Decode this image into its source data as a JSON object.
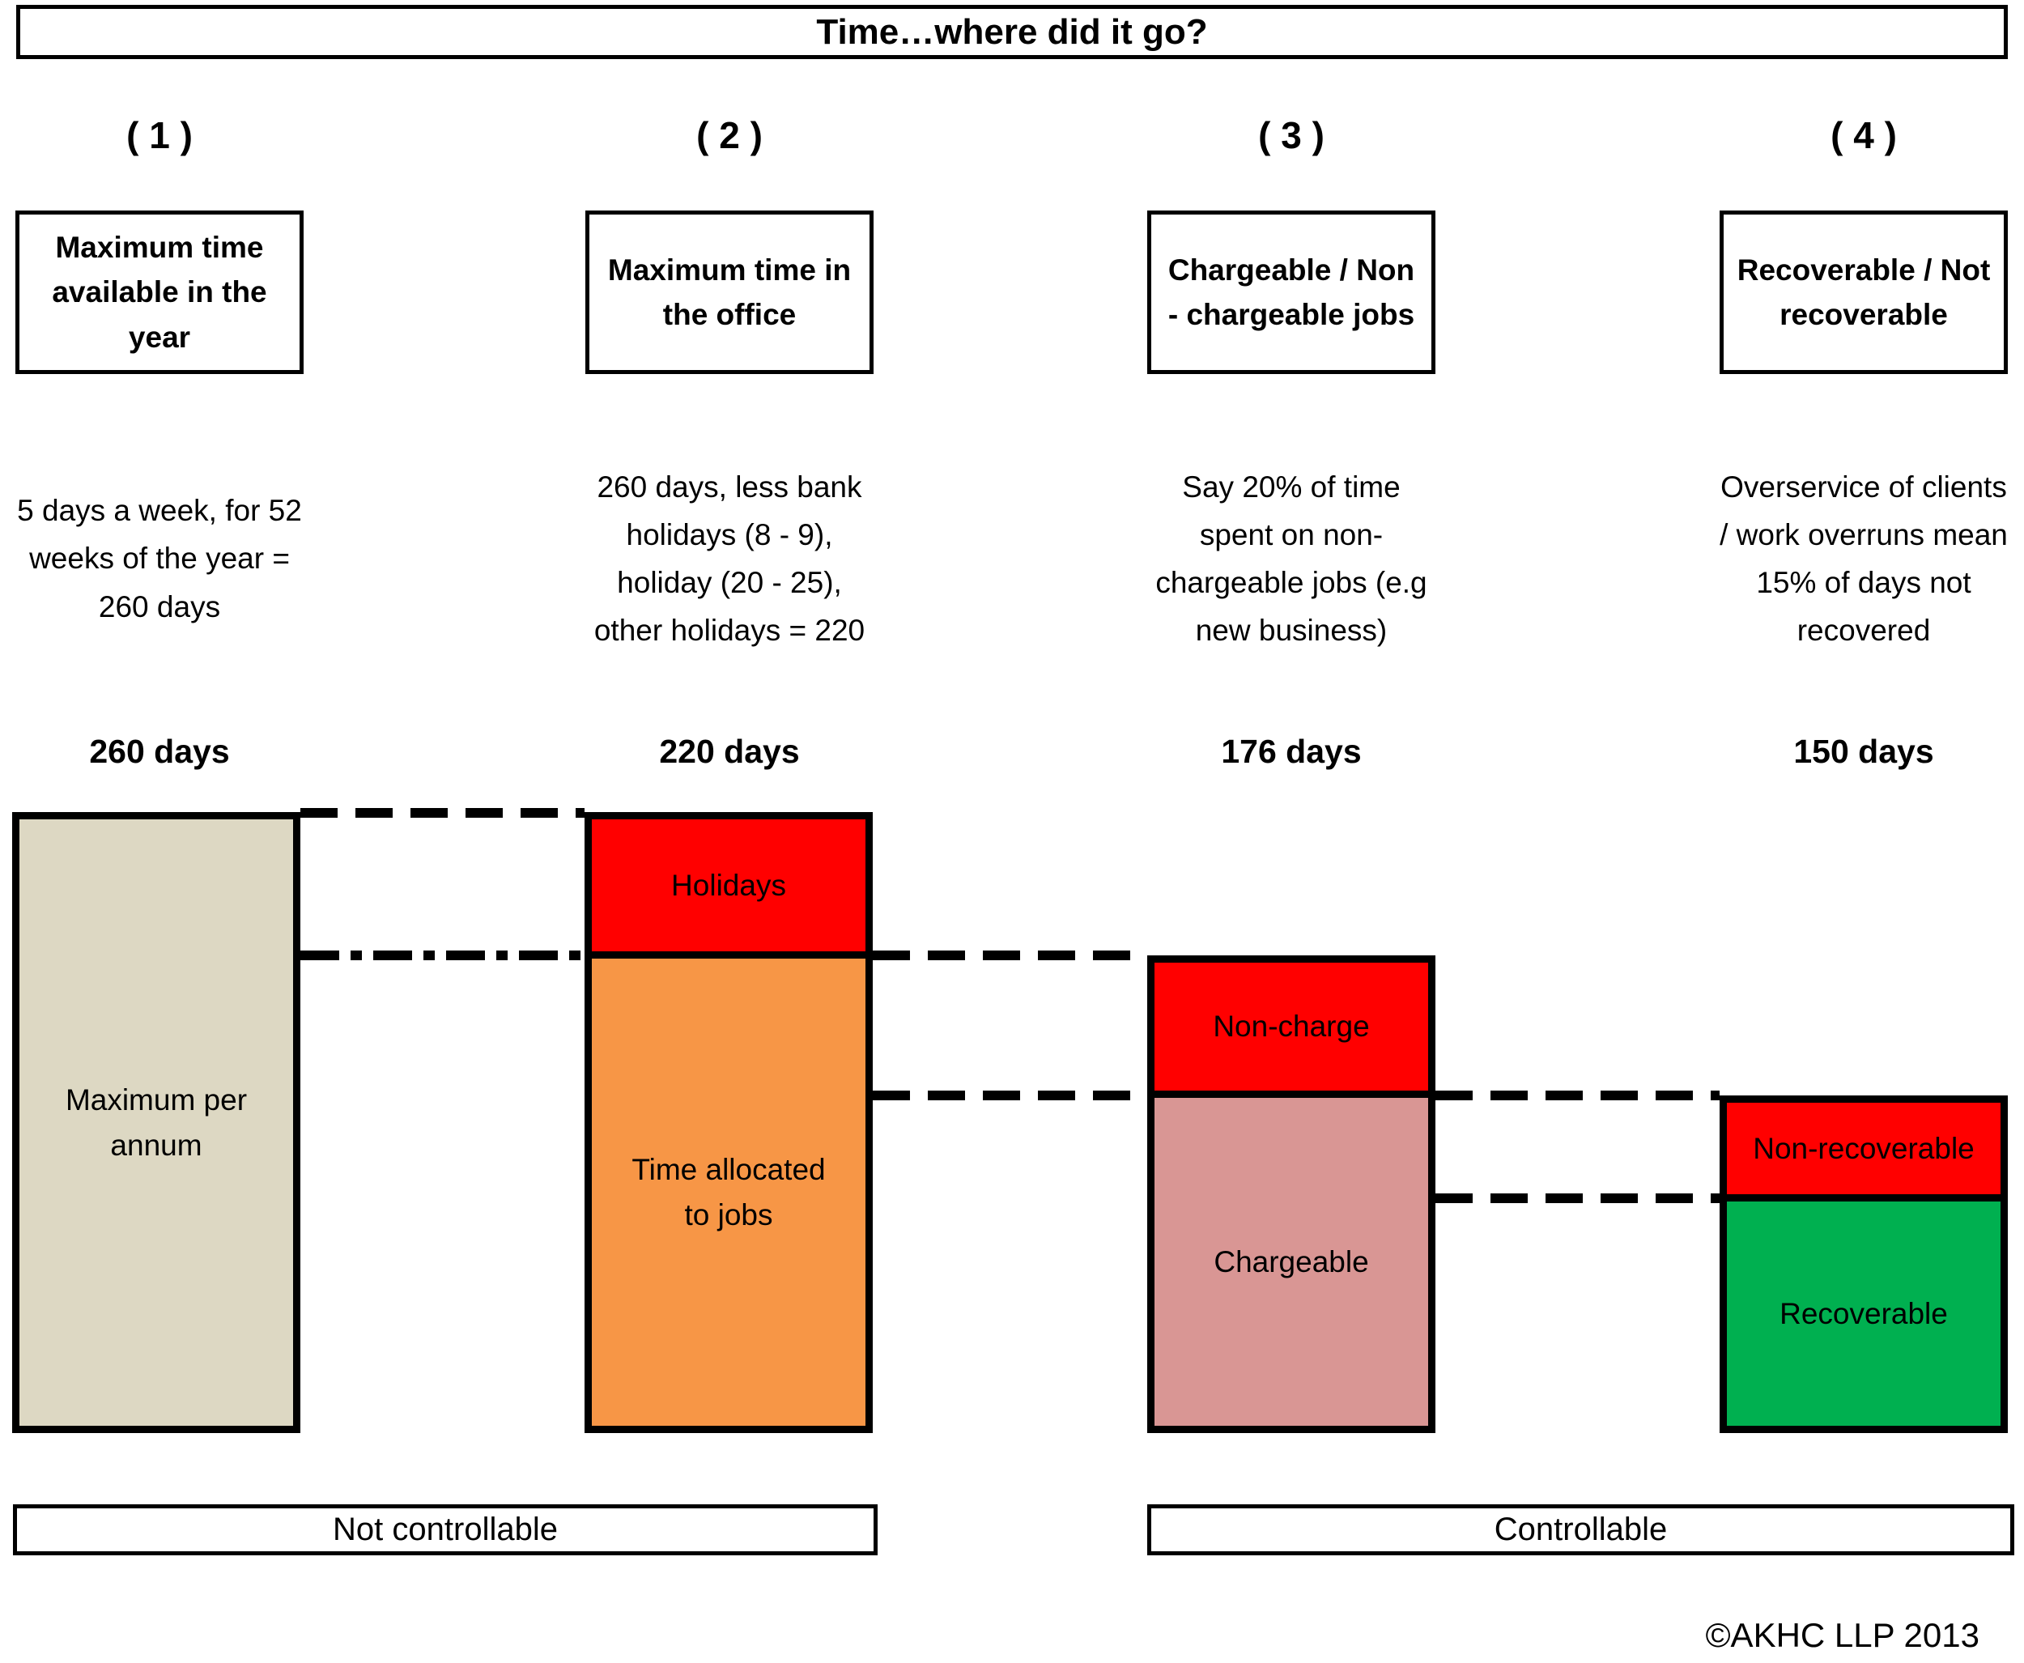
{
  "title": "Time…where did it go?",
  "columns": [
    {
      "number": "( 1 )",
      "header": "Maximum time available in the year",
      "description": "5 days a week, for 52 weeks of the year = 260 days",
      "days": "260 days",
      "segments": [
        {
          "label": "Maximum per annum",
          "color": "#DDD8C3"
        }
      ]
    },
    {
      "number": "( 2 )",
      "header": "Maximum time in the office",
      "description": "260 days, less bank holidays (8 - 9), holiday (20 - 25), other holidays = 220",
      "days": "220 days",
      "segments": [
        {
          "label": "Holidays",
          "color": "#FF0000"
        },
        {
          "label": "Time allocated to jobs",
          "color": "#F79646"
        }
      ]
    },
    {
      "number": "( 3 )",
      "header": "Chargeable / Non - chargeable jobs",
      "description": "Say 20% of time spent on non-chargeable jobs (e.g new business)",
      "days": "176 days",
      "segments": [
        {
          "label": "Non-charge",
          "color": "#FF0000"
        },
        {
          "label": "Chargeable",
          "color": "#D99694"
        }
      ]
    },
    {
      "number": "( 4 )",
      "header": "Recoverable / Not recoverable",
      "description": "Overservice of clients / work overruns mean 15% of days not recovered",
      "days": "150 days",
      "segments": [
        {
          "label": "Non-recoverable",
          "color": "#FF0000"
        },
        {
          "label": "Recoverable",
          "color": "#00B050"
        }
      ]
    }
  ],
  "footer": {
    "left_label": "Not controllable",
    "right_label": "Controllable",
    "copyright": "©AKHC LLP 2013"
  },
  "colors": {
    "tan": "#DDD8C3",
    "red": "#FF0000",
    "orange": "#F79646",
    "pink": "#D99694",
    "green": "#00B050",
    "border": "#000000",
    "background": "#FFFFFF"
  },
  "chart_data": {
    "type": "bar",
    "subtype": "waterfall",
    "title": "Time…where did it go?",
    "unit": "days",
    "categories": [
      "Maximum time available in the year",
      "Maximum time in the office",
      "Chargeable / Non - chargeable jobs",
      "Recoverable / Not recoverable"
    ],
    "totals": [
      260,
      220,
      176,
      150
    ],
    "segments": [
      {
        "category": 1,
        "label": "Maximum per annum",
        "days": 260,
        "color": "#DDD8C3"
      },
      {
        "category": 2,
        "label": "Holidays",
        "days": 40,
        "color": "#FF0000"
      },
      {
        "category": 2,
        "label": "Time allocated to jobs",
        "days": 220,
        "color": "#F79646"
      },
      {
        "category": 3,
        "label": "Non-charge",
        "days": 44,
        "color": "#FF0000"
      },
      {
        "category": 3,
        "label": "Chargeable",
        "days": 176,
        "color": "#D99694"
      },
      {
        "category": 4,
        "label": "Non-recoverable",
        "days": 26,
        "color": "#FF0000"
      },
      {
        "category": 4,
        "label": "Recoverable",
        "days": 150,
        "color": "#00B050"
      }
    ],
    "group_labels": [
      {
        "label": "Not controllable",
        "columns": [
          1,
          2
        ]
      },
      {
        "label": "Controllable",
        "columns": [
          3,
          4
        ]
      }
    ],
    "legend_position": "none",
    "grid": false
  }
}
